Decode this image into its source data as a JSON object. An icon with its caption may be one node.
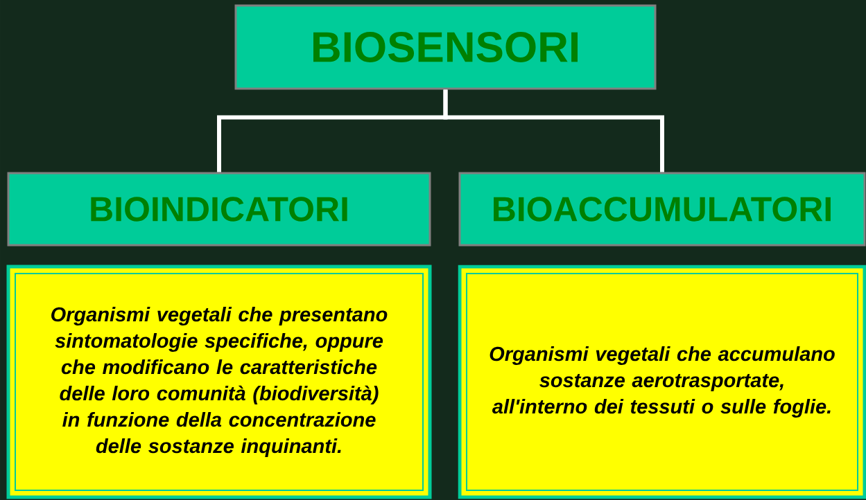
{
  "diagram": {
    "nodes": [
      {
        "text": [
          "BIOSENSORI"
        ]
      },
      {
        "text": [
          "BIOINDICATORI"
        ]
      },
      {
        "text": [
          "BIOACCUMULATORI"
        ]
      },
      {
        "text": [
          "Organismi vegetali che presentano sintomatologie specifiche, oppure che modificano le caratteristiche delle loro comunità (biodiversità) in funzione della concentrazione delle sostanze inquinanti."
        ]
      },
      {
        "text": [
          "Organismi vegetali che accumulano sostanze aerotrasportate, all'interno dei tessuti o sulle foglie."
        ]
      }
    ],
    "edges": [
      {
        "from": 0,
        "to": 1,
        "arrow": "none"
      },
      {
        "from": 0,
        "to": 2,
        "arrow": "none"
      }
    ]
  }
}
